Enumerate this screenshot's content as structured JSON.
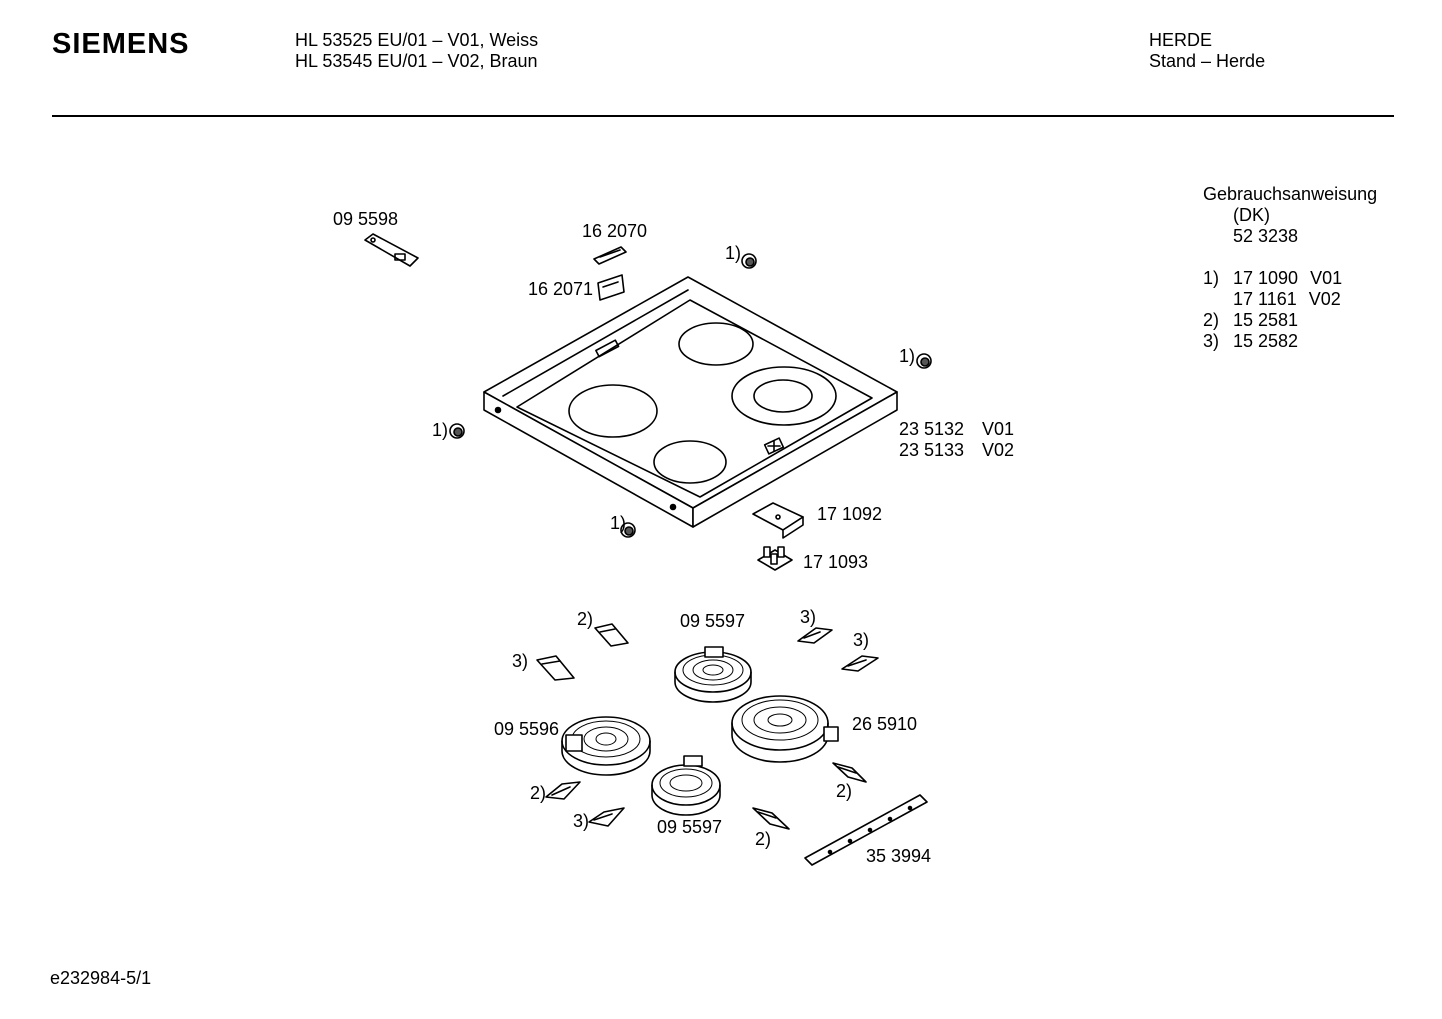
{
  "brand": "SIEMENS",
  "models": [
    "HL 53525 EU/01 – V01, Weiss",
    "HL 53545 EU/01 – V02, Braun"
  ],
  "category": [
    "HERDE",
    "Stand – Herde"
  ],
  "manual": {
    "title": "Gebrauchsanweisung",
    "lang": "(DK)",
    "number": "52 3238"
  },
  "footnotes": [
    {
      "mark": "1)",
      "part": "17 1090",
      "variant": "V01"
    },
    {
      "mark": "",
      "part": "17 1161",
      "variant": "V02"
    },
    {
      "mark": "2)",
      "part": "15 2581",
      "variant": ""
    },
    {
      "mark": "3)",
      "part": "15 2582",
      "variant": ""
    }
  ],
  "parts": {
    "p095598": "09 5598",
    "p162070": "16 2070",
    "p162071": "16 2071",
    "p235132": "23 5132",
    "v01": "V01",
    "p235133": "23 5133",
    "v02": "V02",
    "p171092": "17 1092",
    "p171093": "17 1093",
    "p095597a": "09 5597",
    "p095596": "09 5596",
    "p265910": "26 5910",
    "p095597b": "09 5597",
    "p353994": "35 3994"
  },
  "refs": {
    "knob": "1)",
    "clip2": "2)",
    "clip3": "3)"
  },
  "doc_id": "e232984-5/1"
}
